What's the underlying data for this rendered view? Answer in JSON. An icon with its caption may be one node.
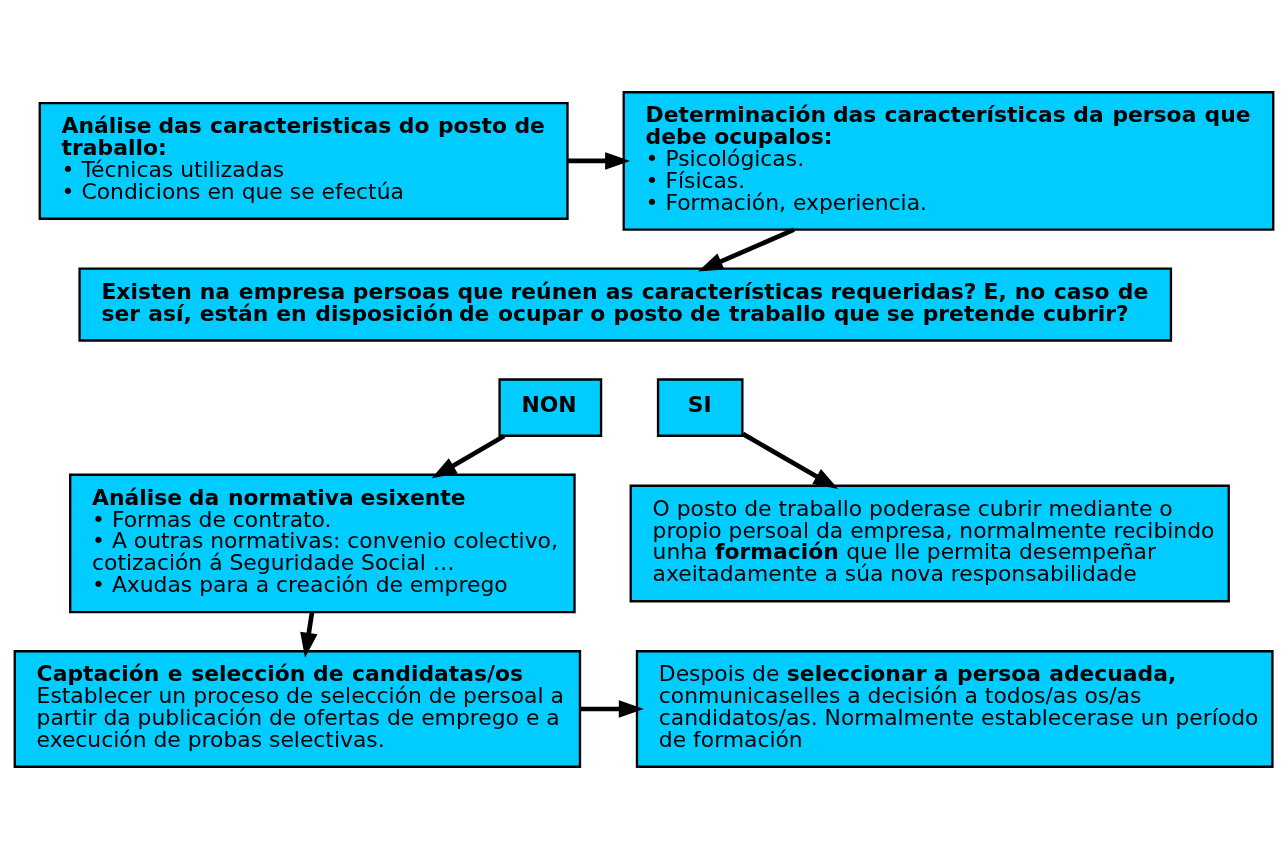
{
  "diagram": {
    "nodes": [
      {
        "text": [
          "Análise das caracteristicas do posto de traballo:",
          "• Técnicas utilizadas",
          "• Condicions en que se efectúa"
        ]
      },
      {
        "text": [
          "Determinación das características da persoa que debe ocupalos:",
          "• Psicológicas.",
          "• Físicas.",
          "• Formación, experiencia."
        ]
      },
      {
        "text": [
          "Existen na empresa persoas que reúnen as características requeridas? E, no caso de ser así, están en disposición de ocupar o posto de traballo que se pretende cubrir?"
        ]
      },
      {
        "text": [
          "NON"
        ]
      },
      {
        "text": [
          "SI"
        ]
      },
      {
        "text": [
          "Análise da normativa esixente",
          "• Formas de contrato.",
          "• A outras normativas: convenio colectivo, cotización á Seguridade Social …",
          "• Axudas para a creación de emprego"
        ]
      },
      {
        "text": [
          "O posto de traballo poderase cubrir mediante o propio persoal da empresa, normalmente recibindo unha **formación** que lle permita desempeñar axeitadamente a súa nova responsabilidade"
        ]
      },
      {
        "text": [
          "Captación e selección de candidatas/os",
          "Establecer un proceso de selección de persoal a partir da publicación de ofertas de emprego e a execución de probas selectivas."
        ]
      },
      {
        "text": [
          "Despois de **seleccionar a persoa adecuada,** conmunicaselles a decisión a todos/as os/as candidatos/as. Normalmente establecerase un período de formación"
        ]
      }
    ],
    "edges": [
      {
        "from": 0,
        "to": 1,
        "arrow": "to"
      },
      {
        "from": 1,
        "to": 2,
        "arrow": "to"
      },
      {
        "from": 3,
        "to": 5,
        "arrow": "to"
      },
      {
        "from": 4,
        "to": 6,
        "arrow": "to"
      },
      {
        "from": 5,
        "to": 7,
        "arrow": "to"
      },
      {
        "from": 7,
        "to": 8,
        "arrow": "to"
      }
    ]
  }
}
